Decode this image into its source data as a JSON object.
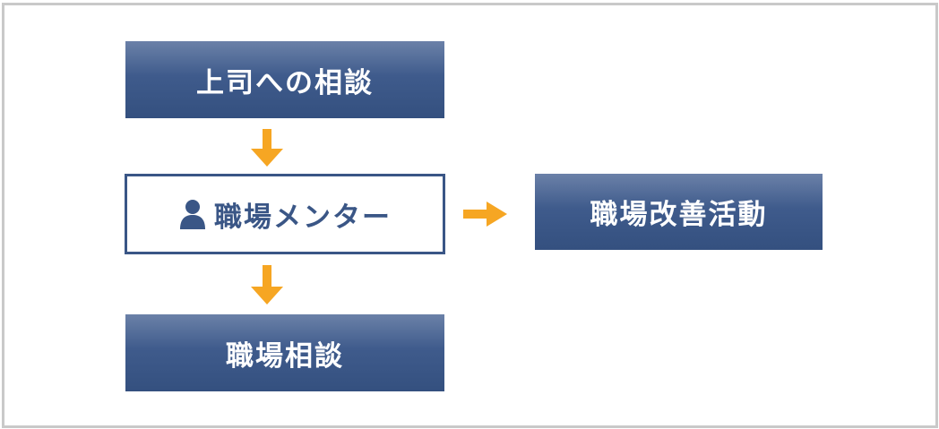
{
  "nodes": {
    "supervisor": {
      "label": "上司への相談"
    },
    "mentor": {
      "label": "職場メンター",
      "icon": "person-icon"
    },
    "workplace_consult": {
      "label": "職場相談"
    },
    "improvement": {
      "label": "職場改善活動"
    }
  },
  "colors": {
    "box_top": "#6b81a8",
    "box_bottom": "#34507f",
    "outline": "#3a5686",
    "arrow": "#f6a623",
    "frame": "#c9c9c9"
  }
}
